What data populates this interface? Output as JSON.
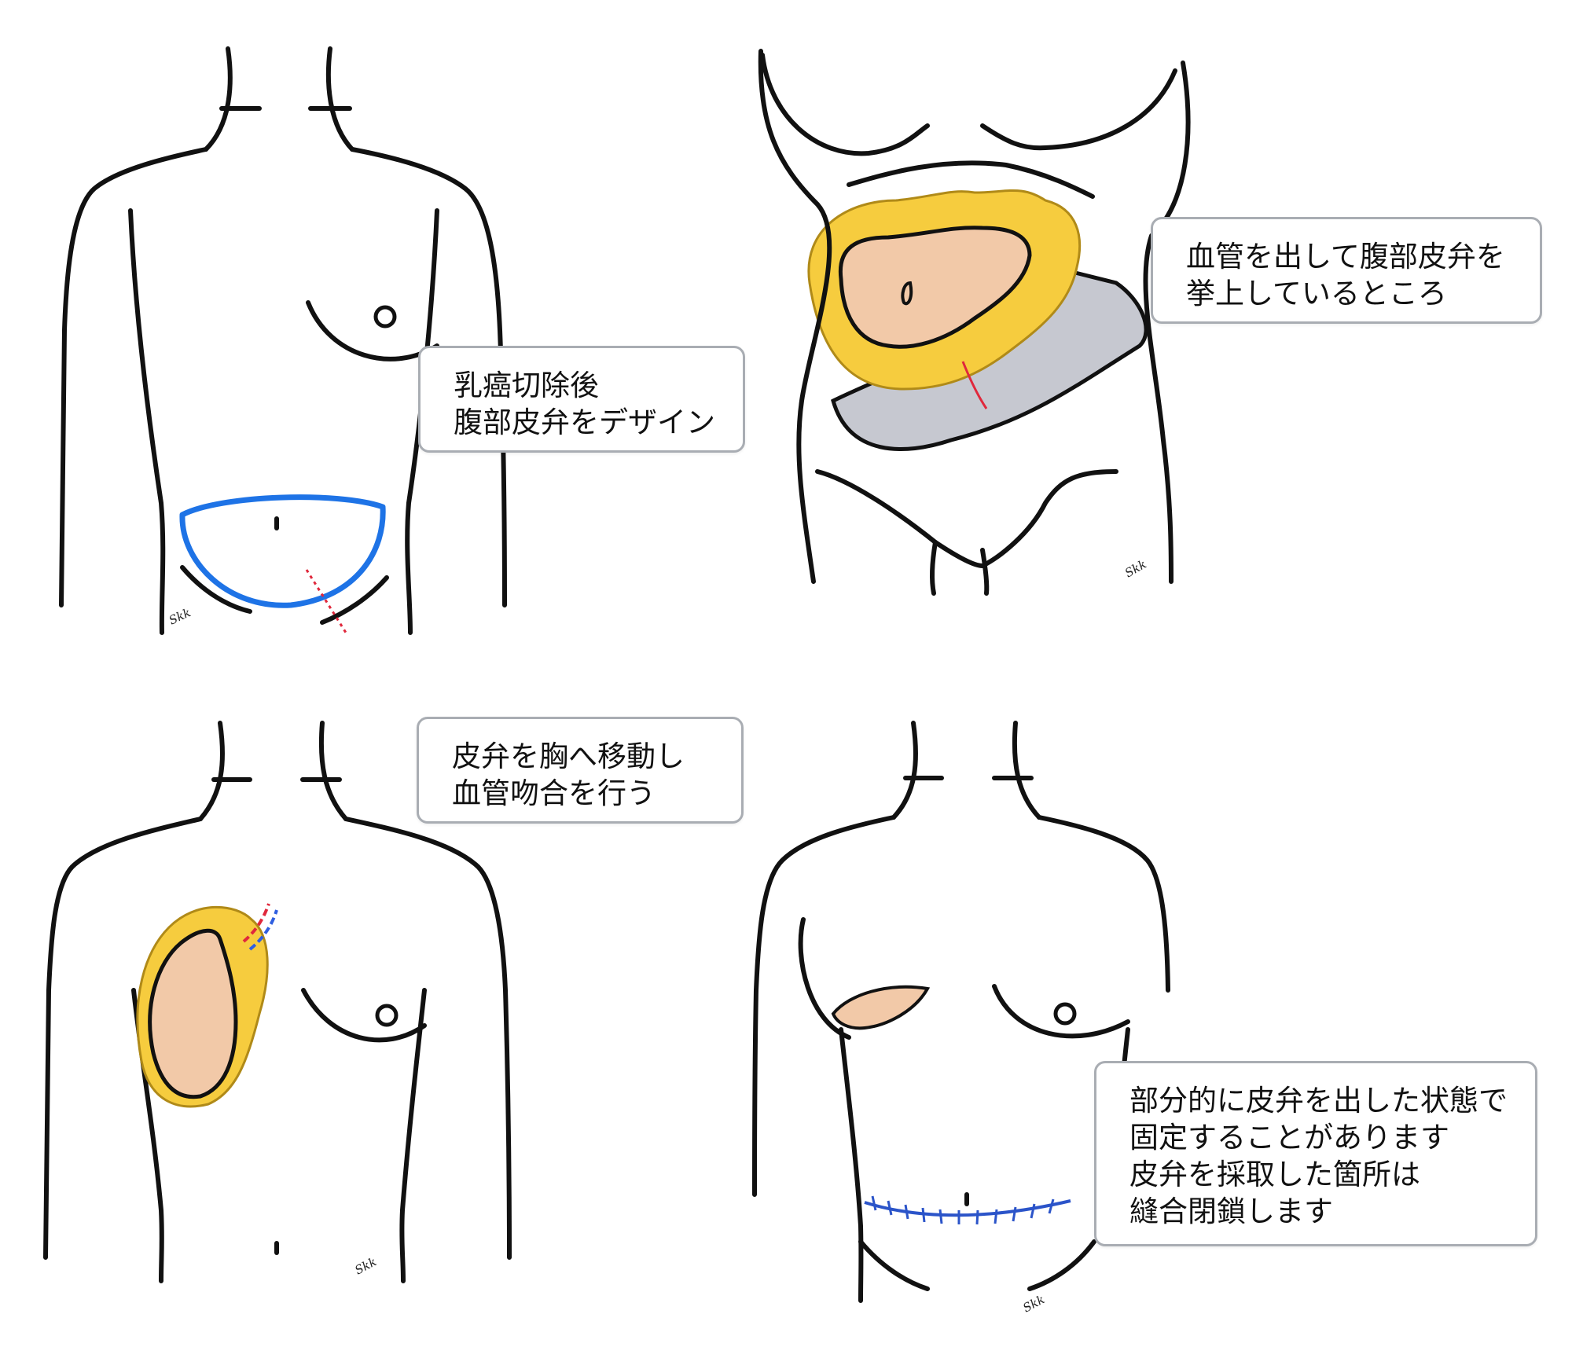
{
  "colors": {
    "outline": "#111111",
    "design_line": "#1e73e6",
    "incision": "#e0283c",
    "flap_skin": "#f2c9a8",
    "flap_fat": "#f6cc3e",
    "muscle_gray": "#c6c8d0",
    "suture": "#2b54c9",
    "vein": "#2f5fe0",
    "artery": "#e0283c",
    "callout_border": "#a9adb3"
  },
  "panels": [
    {
      "id": "step1",
      "lines": [
        "乳癌切除後",
        "腹部皮弁をデザイン"
      ]
    },
    {
      "id": "step2",
      "lines": [
        "血管を出して腹部皮弁を",
        "挙上しているところ"
      ]
    },
    {
      "id": "step3",
      "lines": [
        "皮弁を胸へ移動し",
        "血管吻合を行う"
      ]
    },
    {
      "id": "step4",
      "lines": [
        "部分的に皮弁を出した状態で",
        "固定することがあります",
        "皮弁を採取した箇所は",
        "縫合閉鎖します"
      ]
    }
  ]
}
